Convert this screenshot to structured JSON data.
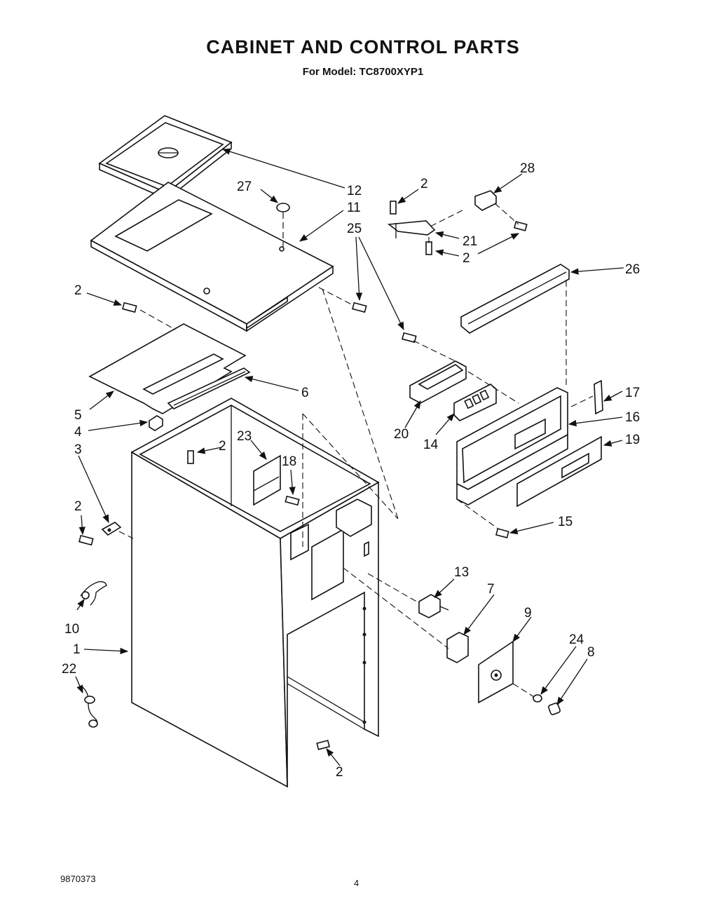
{
  "header": {
    "title": "CABINET AND CONTROL PARTS",
    "subtitle": "For Model: TC8700XYP1"
  },
  "footer": {
    "doc_number": "9870373",
    "page_number": "4"
  },
  "callouts": [
    "1",
    "2",
    "3",
    "4",
    "5",
    "6",
    "7",
    "8",
    "9",
    "10",
    "11",
    "12",
    "13",
    "14",
    "15",
    "16",
    "17",
    "18",
    "19",
    "20",
    "21",
    "22",
    "23",
    "24",
    "25",
    "26",
    "27",
    "28"
  ]
}
